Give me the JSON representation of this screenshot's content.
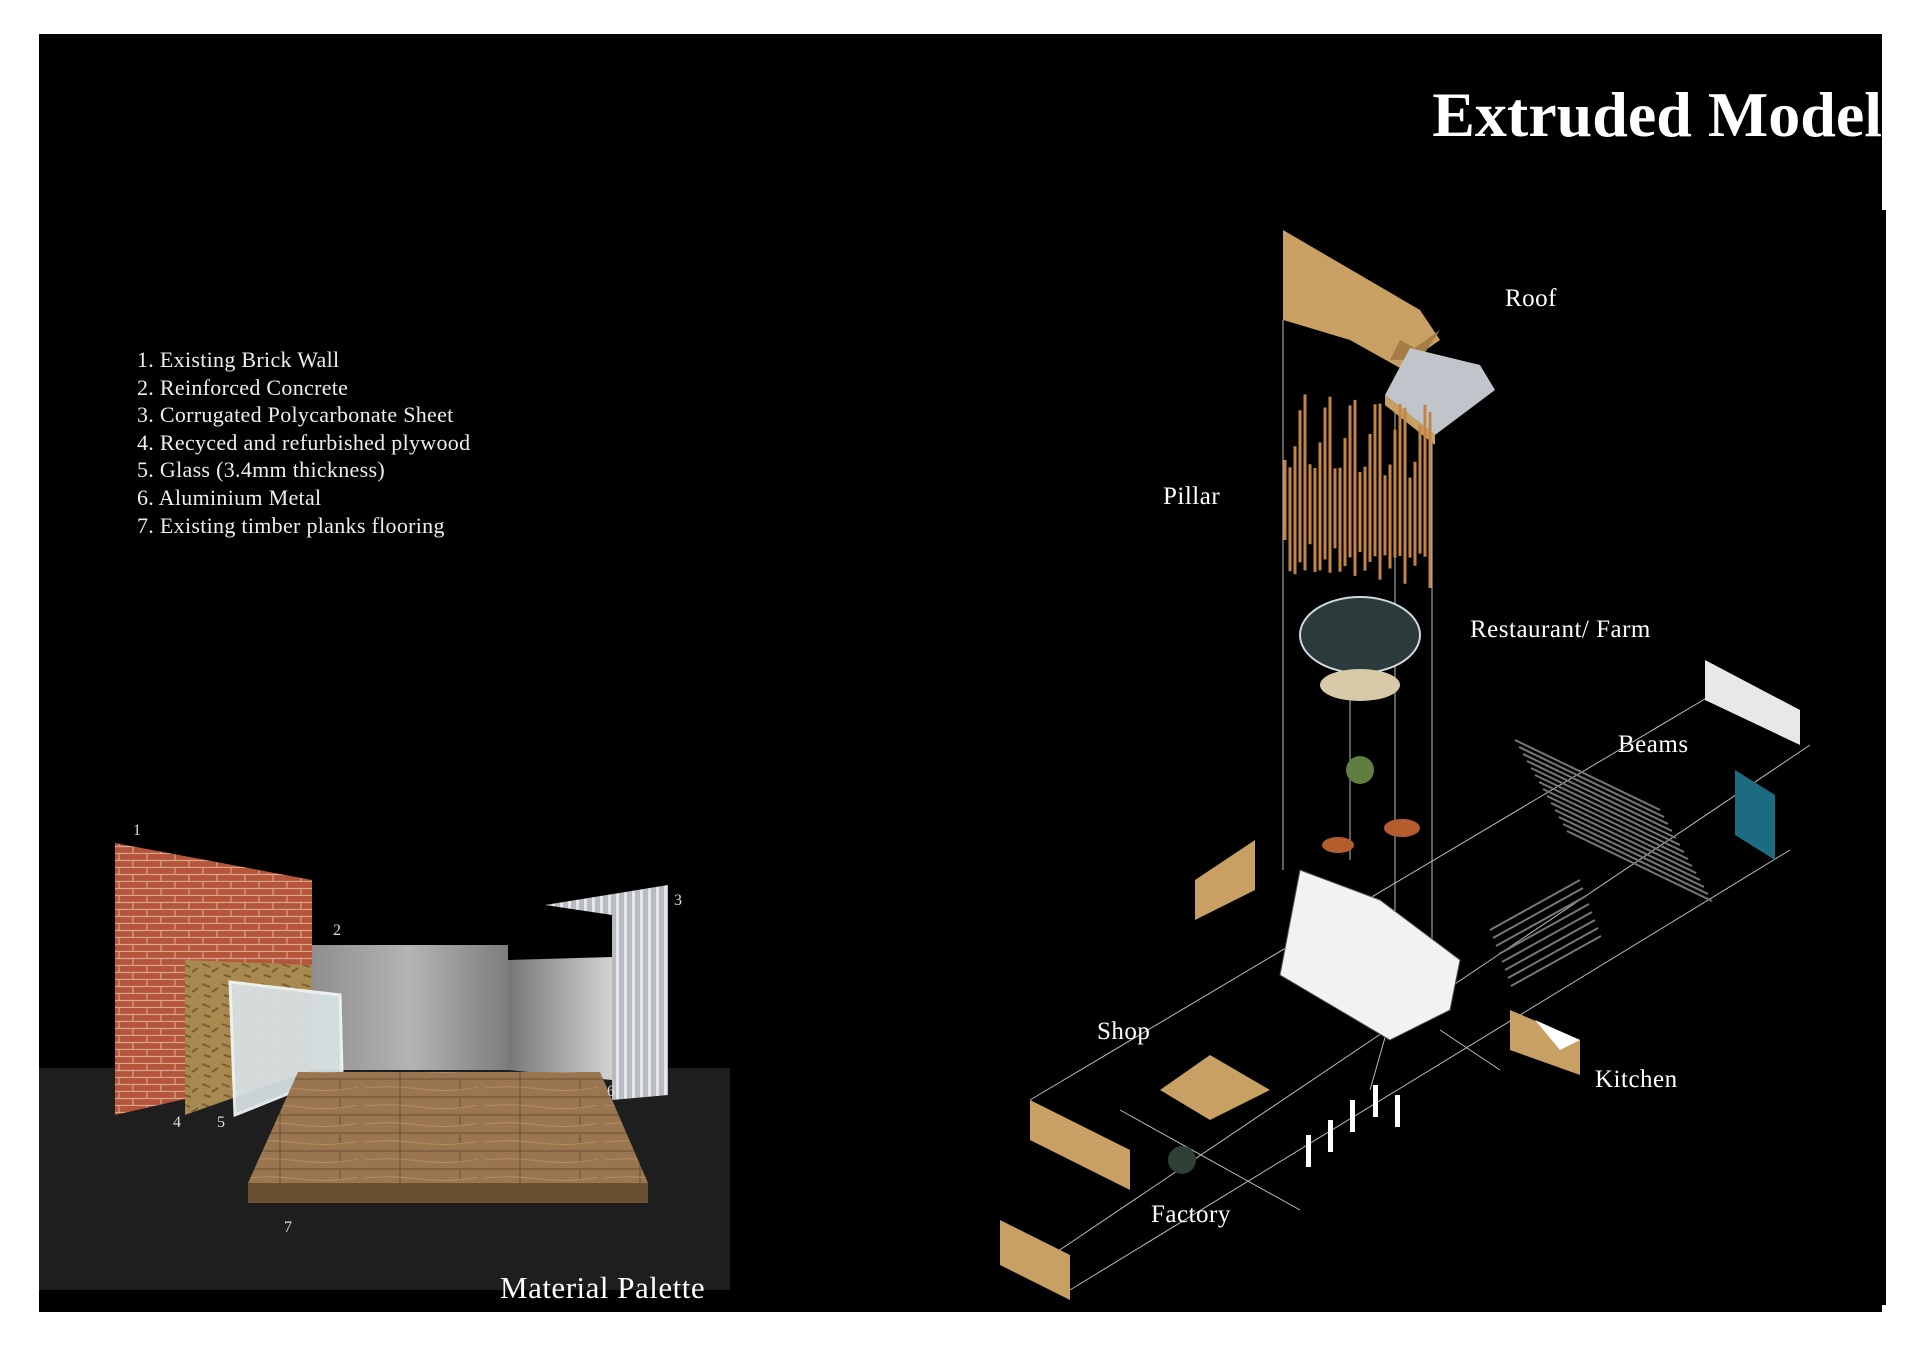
{
  "title": "Extruded Model",
  "materials": [
    "1. Existing Brick Wall",
    "2. Reinforced Concrete",
    "3. Corrugated Polycarbonate Sheet",
    "4. Recyced and refurbished plywood",
    "5. Glass (3.4mm thickness)",
    "6. Aluminium Metal",
    "7. Existing timber planks flooring"
  ],
  "material_numbers": [
    "1",
    "2",
    "3",
    "4",
    "5",
    "6",
    "7"
  ],
  "material_palette_caption": "Material Palette",
  "model_labels": {
    "roof": "Roof",
    "pillar": "Pillar",
    "restaurant": "Restaurant/ Farm",
    "beams": "Beams",
    "shop": "Shop",
    "kitchen": "Kitchen",
    "factory": "Factory"
  },
  "colors": {
    "background": "#000000",
    "timber": "#c9a063",
    "brick": "#b5553a",
    "concrete": "#9a9a9a",
    "text": "#ffffff"
  }
}
